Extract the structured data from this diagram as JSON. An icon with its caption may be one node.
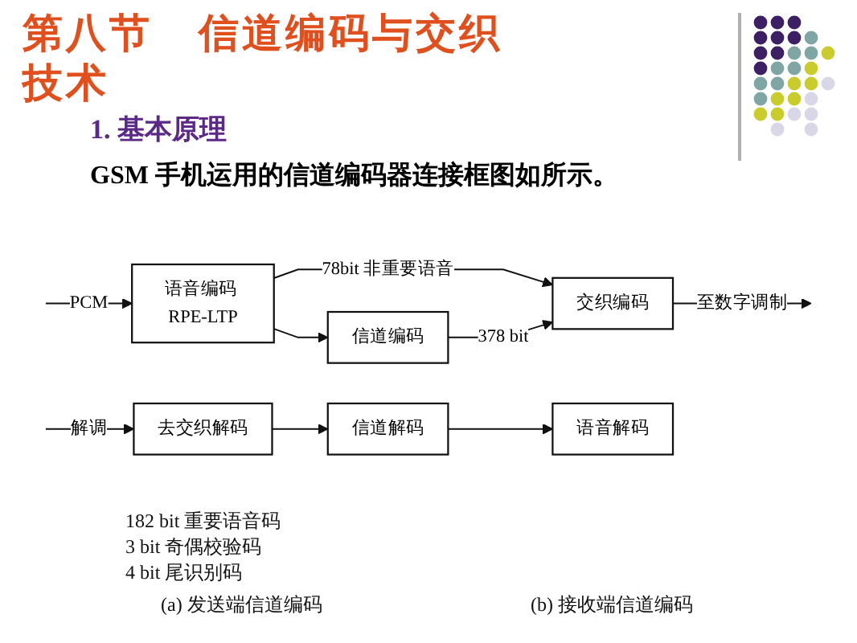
{
  "diagram": {
    "title": "第八节 信道编码与交织技术",
    "nodes": [
      {
        "text": [
          "语音编码 RPE-LTP"
        ]
      },
      {
        "text": [
          "信道编码"
        ]
      },
      {
        "text": [
          "交织编码"
        ]
      },
      {
        "text": [
          "去交织解码"
        ]
      },
      {
        "text": [
          "信道解码"
        ]
      },
      {
        "text": [
          "语音解码"
        ]
      }
    ],
    "edges": [
      {
        "from": null,
        "to": 0,
        "arrow": "to",
        "label": "PCM"
      },
      {
        "from": 0,
        "to": 2,
        "arrow": "to",
        "label": "78bit 非重要语音"
      },
      {
        "from": 0,
        "to": 1,
        "arrow": "to"
      },
      {
        "from": 1,
        "to": 2,
        "arrow": "to",
        "label": "378 bit"
      },
      {
        "from": 2,
        "to": null,
        "arrow": "to",
        "label": "至数字调制"
      },
      {
        "from": null,
        "to": 3,
        "arrow": "to",
        "label": "解调"
      },
      {
        "from": 3,
        "to": 4,
        "arrow": "to"
      },
      {
        "from": 4,
        "to": 5,
        "arrow": "to"
      }
    ],
    "labels": [
      "1. 基本原理",
      "GSM 手机运用的信道编码器连接框图如所示。",
      "182 bit 重要语音码",
      "3 bit 奇偶校验码",
      "4 bit 尾识别码",
      "(a) 发送端信道编码",
      "(b) 接收端信道编码"
    ]
  }
}
